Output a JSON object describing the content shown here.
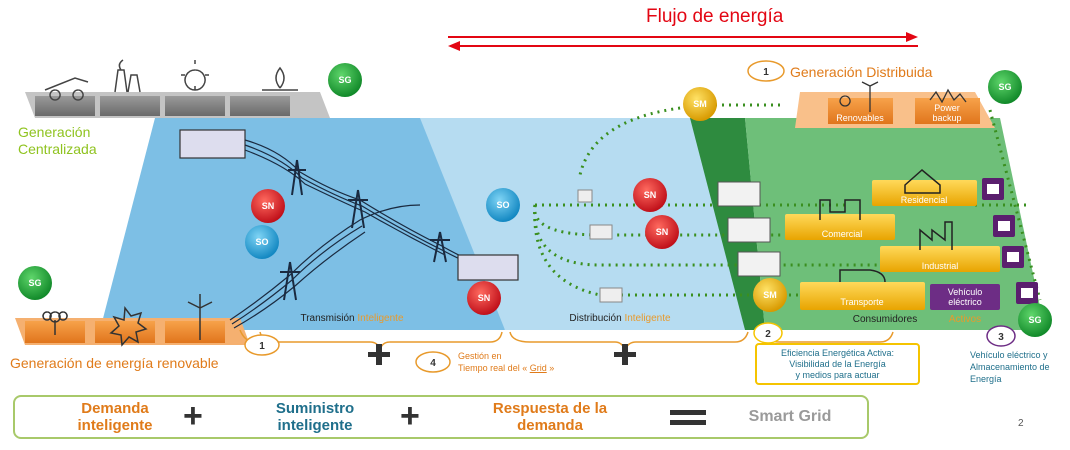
{
  "title": "Flujo de energía",
  "generacion_distribuida": {
    "number": "1",
    "label": "Generación Distribuida"
  },
  "generacion_centralizada": "Generación Centralizada",
  "generacion_renovable": {
    "label": "Generación de energía renovable",
    "number": "1"
  },
  "distributed_items": [
    "Renovables",
    "Power backup"
  ],
  "consumers": [
    "Residencial",
    "Comercial",
    "Industrial",
    "Transporte"
  ],
  "vehiculo": {
    "line1": "Vehículo",
    "line2": "eléctrico",
    "overlay": "Activos"
  },
  "sections": {
    "transmision": {
      "word": "Transmisión",
      "accent": "Inteligente"
    },
    "distribucion": {
      "word": "Distribución",
      "accent": "Inteligente"
    },
    "consumidores": "Consumidores"
  },
  "nodes": {
    "sg": "SG",
    "sn": "SN",
    "so": "SO",
    "sm": "SM"
  },
  "gestion": {
    "number": "4",
    "line1": "Gestión en",
    "line2_prefix": "Tiempo real del « ",
    "line2_link": "Grid",
    "line2_suffix": " »"
  },
  "eficiencia": {
    "number": "2",
    "line1": "Eficiencia Energética Activa:",
    "line2": "Visibilidad de la Energía",
    "line3": "y medios para actuar"
  },
  "vehiculo_almacenamiento": {
    "number": "3",
    "line1": "Vehículo eléctrico y",
    "line2": "Almacenamiento de",
    "line3": "Energía"
  },
  "bottom": {
    "demanda": [
      "Demanda",
      "inteligente"
    ],
    "suministro": [
      "Suministro",
      "inteligente"
    ],
    "respuesta": [
      "Respuesta de la",
      "demanda"
    ],
    "result": "Smart Grid",
    "plus": "+",
    "plus_small": "+"
  },
  "page_number": "2",
  "colors": {
    "red": "#e30613",
    "orange": "#e07b1a",
    "green_text": "#8fc31f",
    "transmission_blue": "#6fb8e2",
    "distribution_blue": "#b6dcf1",
    "consumer_green": "#3e9b4a",
    "node_sg": "#22a03b",
    "node_sn": "#e11b22",
    "node_so": "#21a6de",
    "node_sm": "#f0b400"
  }
}
